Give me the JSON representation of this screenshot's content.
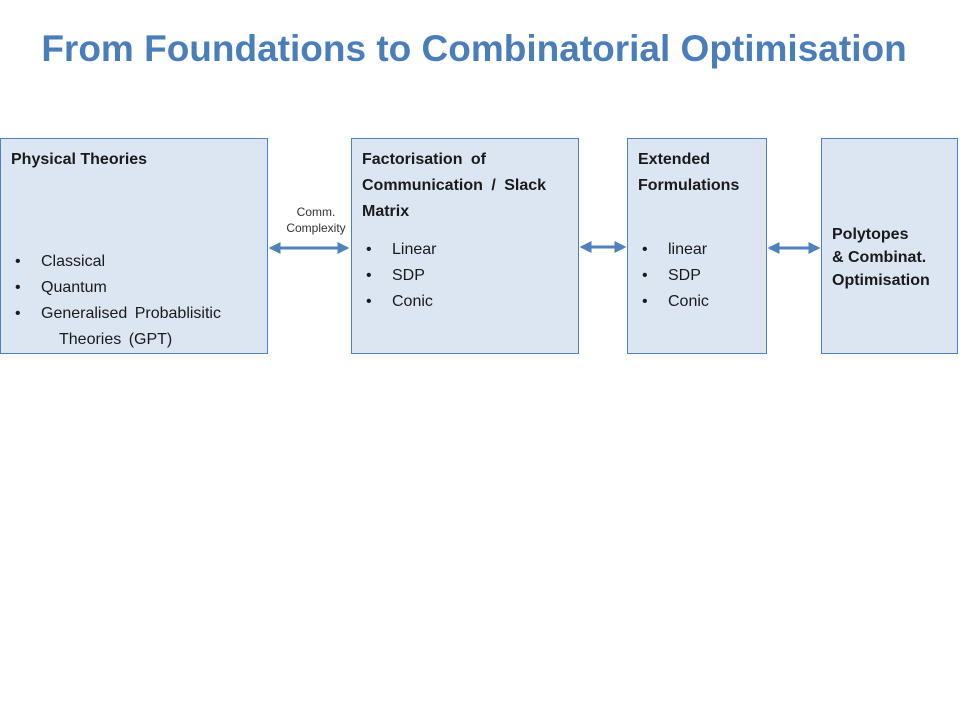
{
  "title": "From Foundations to Combinatorial Optimisation",
  "colors": {
    "title": "#4a7ebb",
    "box_fill": "#dce6f2",
    "box_border": "#4f81bd",
    "arrow": "#4f81bd"
  },
  "boxes": {
    "physical": {
      "heading": "Physical Theories",
      "items": [
        "Classical",
        "Quantum",
        "Generalised Probablisitic"
      ],
      "continuation": "Theories (GPT)"
    },
    "factorisation": {
      "heading_line1": "Factorisation of",
      "heading_line2": "Communication / Slack",
      "heading_line3": "Matrix",
      "items": [
        "Linear",
        "SDP",
        "Conic"
      ]
    },
    "extended": {
      "heading_line1": "Extended",
      "heading_line2": "Formulations",
      "items": [
        "linear",
        "SDP",
        "Conic"
      ]
    },
    "polytopes": {
      "line1": "Polytopes",
      "line2": "& Combinat.",
      "line3": "Optimisation"
    }
  },
  "arrow_label": {
    "line1": "Comm.",
    "line2": "Complexity"
  }
}
